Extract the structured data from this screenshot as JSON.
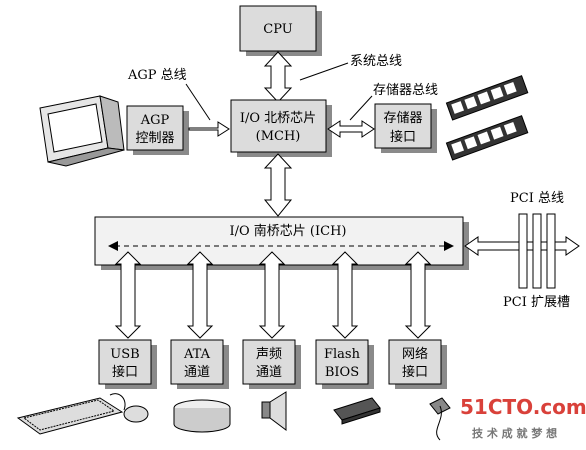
{
  "blocks": {
    "cpu": "CPU",
    "agp_ctrl": [
      "AGP",
      "控制器"
    ],
    "mch": [
      "I/O 北桥芯片",
      "(MCH)"
    ],
    "mem_if": [
      "存储器",
      "接口"
    ],
    "ich": "I/O 南桥芯片 (ICH)",
    "usb": [
      "USB",
      "接口"
    ],
    "ata": [
      "ATA",
      "通道"
    ],
    "audio": [
      "声频",
      "通道"
    ],
    "flash": [
      "Flash",
      "BIOS"
    ],
    "net": [
      "网络",
      "接口"
    ]
  },
  "labels": {
    "agp_bus": "AGP 总线",
    "system_bus": "系统总线",
    "memory_bus": "存储器总线",
    "pci_bus": "PCI 总线",
    "pci_slot": "PCI 扩展槽"
  },
  "watermark": {
    "site": "51CTO.com",
    "slogan": "技 术 成 就 梦 想"
  },
  "colors": {
    "box_fill": "#dcdcdc",
    "shadow": "#8a8a8a",
    "watermark_red": "#d9413a"
  }
}
